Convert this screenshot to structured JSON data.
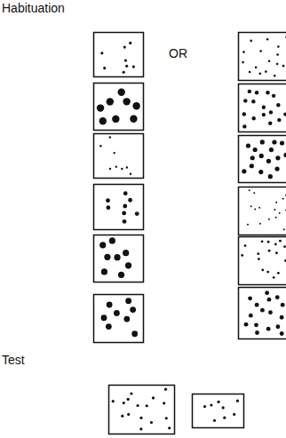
{
  "diagram": {
    "labels": [
      "Habituation",
      "OR",
      "Test"
    ]
  }
}
